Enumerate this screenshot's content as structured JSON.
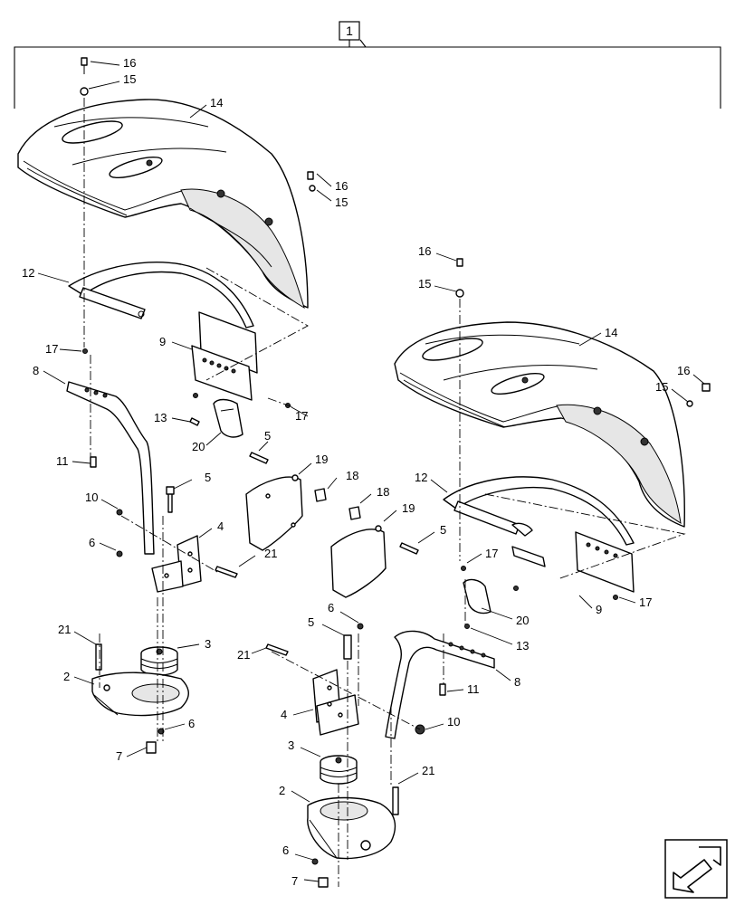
{
  "assembly_ref": "1",
  "callouts": [
    {
      "id": "c16a",
      "text": "16"
    },
    {
      "id": "c15a",
      "text": "15"
    },
    {
      "id": "c14a",
      "text": "14"
    },
    {
      "id": "c16b",
      "text": "16"
    },
    {
      "id": "c15b",
      "text": "15"
    },
    {
      "id": "c12a",
      "text": "12"
    },
    {
      "id": "c17a",
      "text": "17"
    },
    {
      "id": "c9a",
      "text": "9"
    },
    {
      "id": "c8a",
      "text": "8"
    },
    {
      "id": "c17b",
      "text": "17"
    },
    {
      "id": "c13a",
      "text": "13"
    },
    {
      "id": "c20a",
      "text": "20"
    },
    {
      "id": "c5a",
      "text": "5"
    },
    {
      "id": "c11a",
      "text": "11"
    },
    {
      "id": "c19a",
      "text": "19"
    },
    {
      "id": "c18a",
      "text": "18"
    },
    {
      "id": "c5b",
      "text": "5"
    },
    {
      "id": "c10a",
      "text": "10"
    },
    {
      "id": "c4a",
      "text": "4"
    },
    {
      "id": "c6a",
      "text": "6"
    },
    {
      "id": "c21a",
      "text": "21"
    },
    {
      "id": "c18b",
      "text": "18"
    },
    {
      "id": "c19b",
      "text": "19"
    },
    {
      "id": "c5c",
      "text": "5"
    },
    {
      "id": "c21b",
      "text": "21"
    },
    {
      "id": "c3a",
      "text": "3"
    },
    {
      "id": "c2a",
      "text": "2"
    },
    {
      "id": "c6b",
      "text": "6"
    },
    {
      "id": "c7a",
      "text": "7"
    },
    {
      "id": "c16c",
      "text": "16"
    },
    {
      "id": "c15c",
      "text": "15"
    },
    {
      "id": "c14b",
      "text": "14"
    },
    {
      "id": "c16d",
      "text": "16"
    },
    {
      "id": "c15d",
      "text": "15"
    },
    {
      "id": "c12b",
      "text": "12"
    },
    {
      "id": "c17c",
      "text": "17"
    },
    {
      "id": "c20b",
      "text": "20"
    },
    {
      "id": "c9b",
      "text": "9"
    },
    {
      "id": "c17d",
      "text": "17"
    },
    {
      "id": "c13b",
      "text": "13"
    },
    {
      "id": "c6c",
      "text": "6"
    },
    {
      "id": "c5d",
      "text": "5"
    },
    {
      "id": "c21c",
      "text": "21"
    },
    {
      "id": "c8b",
      "text": "8"
    },
    {
      "id": "c11b",
      "text": "11"
    },
    {
      "id": "c4b",
      "text": "4"
    },
    {
      "id": "c10b",
      "text": "10"
    },
    {
      "id": "c3b",
      "text": "3"
    },
    {
      "id": "c21d",
      "text": "21"
    },
    {
      "id": "c2b",
      "text": "2"
    },
    {
      "id": "c6d",
      "text": "6"
    },
    {
      "id": "c7b",
      "text": "7"
    }
  ],
  "icons": {
    "nav": "next-page-arrow-icon"
  }
}
